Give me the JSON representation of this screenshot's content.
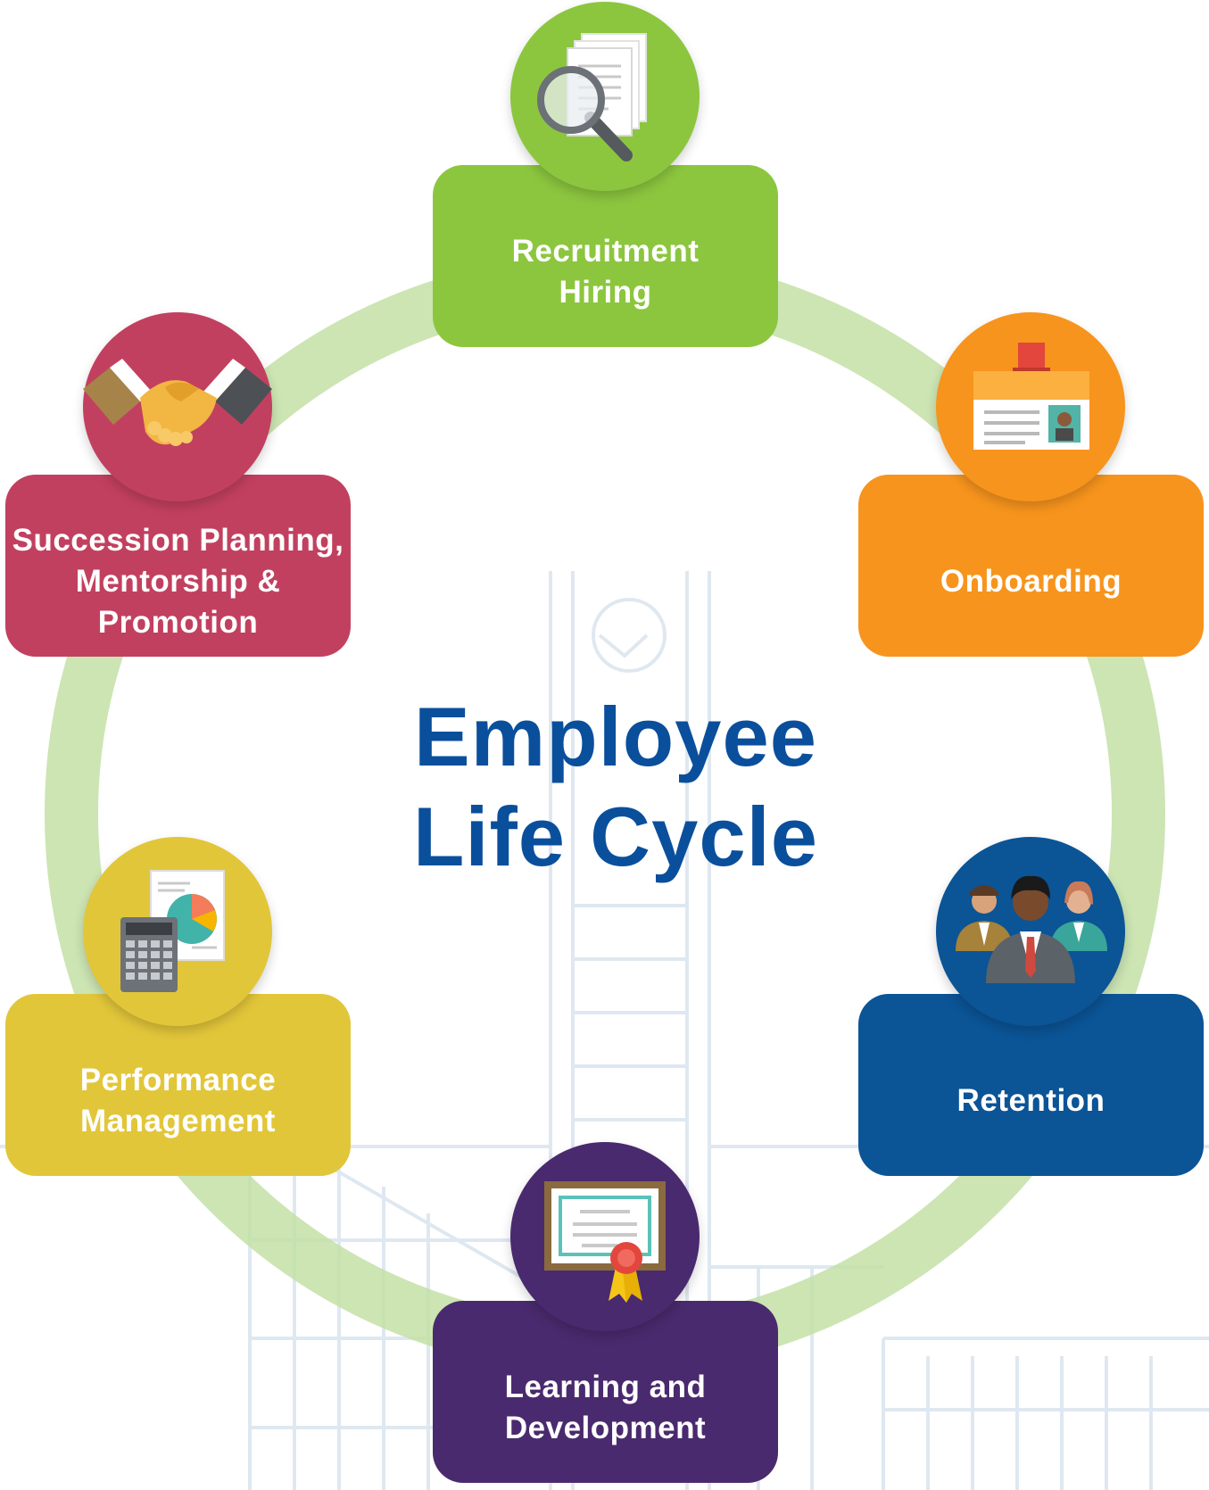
{
  "title": {
    "line1": "Employee",
    "line2": "Life Cycle"
  },
  "stages": {
    "recruitment": {
      "label": "Recruitment\nHiring",
      "color": "#8cc63f",
      "icon": "magnifier-documents-icon"
    },
    "onboarding": {
      "label": "Onboarding",
      "color": "#f7941d",
      "icon": "id-badge-icon"
    },
    "retention": {
      "label": "Retention",
      "color": "#0b5496",
      "icon": "team-people-icon"
    },
    "learning": {
      "label": "Learning and\nDevelopment",
      "color": "#4a2a6e",
      "icon": "certificate-icon"
    },
    "performance": {
      "label": "Performance\nManagement",
      "color": "#e2c63a",
      "icon": "calculator-chart-icon"
    },
    "succession": {
      "label": "Succession Planning,\nMentorship &\nPromotion",
      "color": "#c2405f",
      "icon": "handshake-icon"
    }
  },
  "colors": {
    "ring": "#b9db98",
    "title": "#0a4f9c",
    "background_lines": "#dde7f0"
  }
}
